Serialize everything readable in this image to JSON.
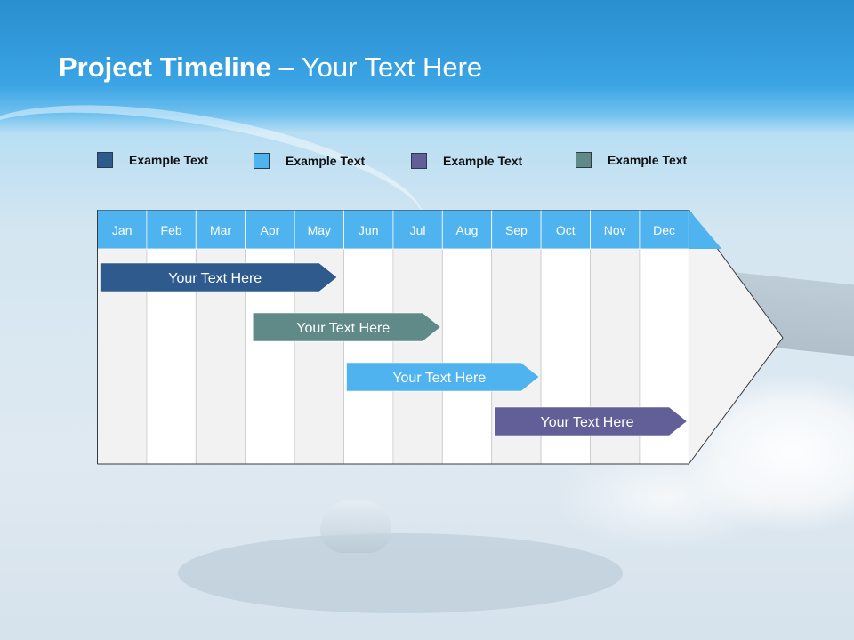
{
  "title": {
    "bold": "Project Timeline",
    "rest": " – Your Text Here"
  },
  "legend": [
    {
      "label": "Example Text",
      "color": "#2e5a8e"
    },
    {
      "label": "Example Text",
      "color": "#4fb3ef"
    },
    {
      "label": "Example Text",
      "color": "#625f98"
    },
    {
      "label": "Example Text",
      "color": "#5f8a88"
    }
  ],
  "months": [
    "Jan",
    "Feb",
    "Mar",
    "Apr",
    "May",
    "Jun",
    "Jul",
    "Aug",
    "Sep",
    "Oct",
    "Nov",
    "Dec"
  ],
  "tasks": [
    {
      "label": "Your  Text Here",
      "color": "#2e5a8e",
      "start_month": 1.0,
      "end_month": 4.9
    },
    {
      "label": "Your  Text Here",
      "color": "#5f8a88",
      "start_month": 4.1,
      "end_month": 7.0
    },
    {
      "label": "Your  Text Here",
      "color": "#4fb3ef",
      "start_month": 6.0,
      "end_month": 9.0
    },
    {
      "label": "Your  Text Here",
      "color": "#625f98",
      "start_month": 9.0,
      "end_month": 12.0
    }
  ],
  "colors": {
    "header": "#4fb3ef",
    "grid_odd": "#f2f2f2",
    "grid_even": "#ffffff"
  }
}
